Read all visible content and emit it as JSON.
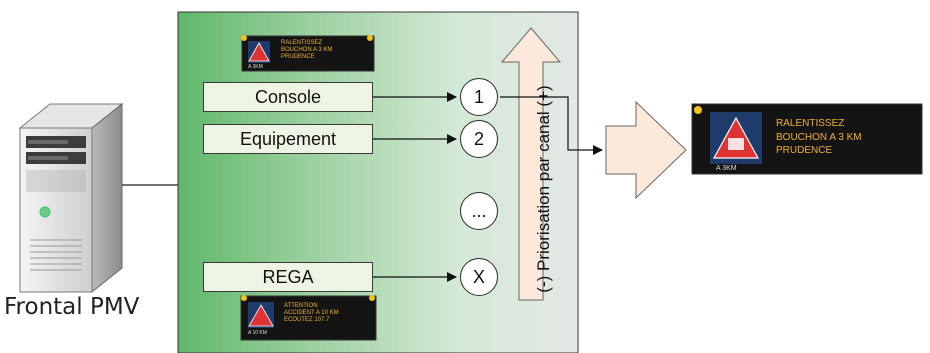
{
  "source": {
    "label": "Frontal PMV"
  },
  "channels": [
    {
      "label": "Console",
      "slot": "1"
    },
    {
      "label": "Equipement",
      "slot": "2"
    },
    {
      "label": "",
      "slot": "..."
    },
    {
      "label": "REGA",
      "slot": "X"
    }
  ],
  "priority_label": "(-) Priorisation par canal (+)",
  "signs": {
    "top_small": {
      "lines": [
        "RALENTISSEZ",
        "BOUCHON A 3 KM",
        "PRUDENCE"
      ],
      "km": "A 3KM"
    },
    "bottom_small": {
      "lines": [
        "ATTENTION",
        "ACCIDENT A 10 KM",
        "ECOUTEZ 107.7"
      ],
      "km": "A 10 KM"
    },
    "output": {
      "lines": [
        "RALENTISSEZ",
        "BOUCHON A 3 KM",
        "PRUDENCE"
      ],
      "km": "A 3KM"
    }
  },
  "colors": {
    "panel_green": "#5fb86a",
    "panel_grey": "#e4e8e6",
    "box_fill": "#eef4e4",
    "arrow_fill": "#fde8dc",
    "sign_text": "#f0b030",
    "sign_bg": "#141414",
    "corner_led": "#f2c21a"
  }
}
